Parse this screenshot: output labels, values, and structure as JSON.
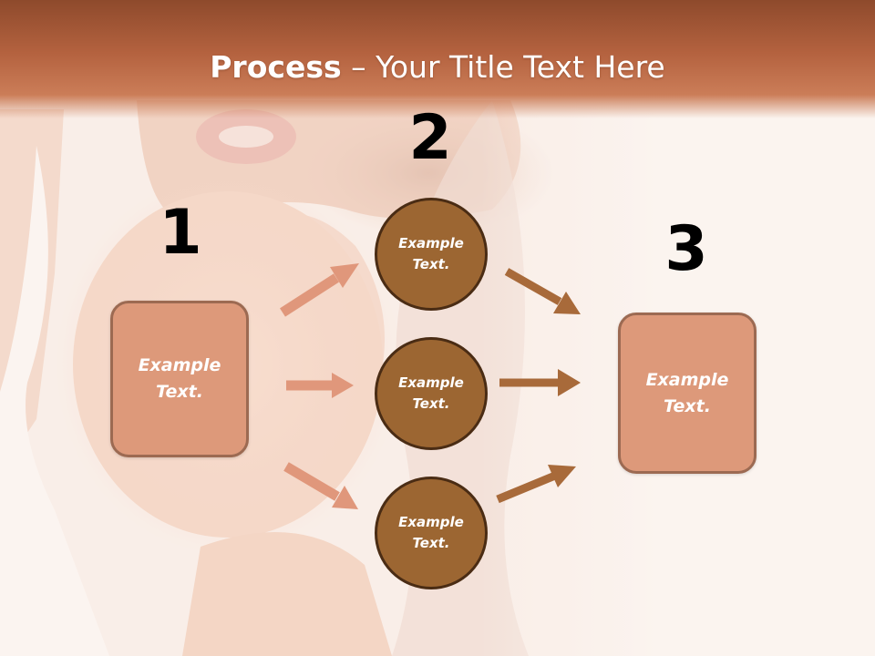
{
  "title": {
    "bold": "Process",
    "dash": " – ",
    "rest": "Your Title Text Here"
  },
  "steps": [
    {
      "number": "1",
      "label": "Example Text."
    },
    {
      "number": "2",
      "items": [
        {
          "label": "Example Text."
        },
        {
          "label": "Example Text."
        },
        {
          "label": "Example Text."
        }
      ]
    },
    {
      "number": "3",
      "label": "Example Text."
    }
  ],
  "colors": {
    "header": "#b4623f",
    "box_fill": "#dd997a",
    "box_border": "#9c6a52",
    "circle_fill": "#9c6632",
    "circle_border": "#4a2c14",
    "arrow_light": "#e0977b",
    "arrow_dark": "#a86a3a"
  }
}
